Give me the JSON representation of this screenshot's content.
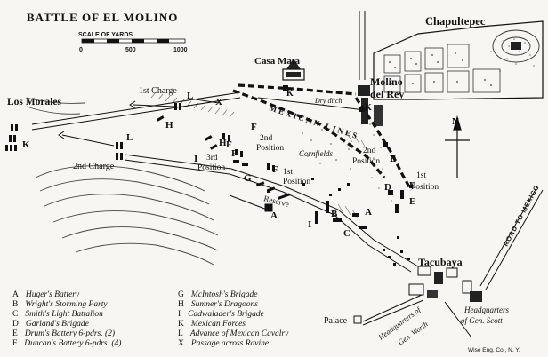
{
  "title": "BATTLE OF EL MOLINO",
  "scale": {
    "label": "SCALE OF YARDS",
    "ticks": [
      "0",
      "500",
      "1000"
    ]
  },
  "places": {
    "chapultepec": "Chapultepec",
    "casa_mata": "Casa Mata",
    "molino_del_rey": [
      "Molino",
      "del Rey"
    ],
    "los_morales": "Los Morales",
    "tacubaya": "Tacubaya",
    "palace": "Palace",
    "cornfields": "Cornfields",
    "mexican_lines": "MEXICAN LINES",
    "road_to_mexico": "ROAD TO MEXICO",
    "dry_ditch": "Dry ditch",
    "north": "N"
  },
  "annotations": {
    "first_charge": "1st Charge",
    "second_charge": "2nd Charge",
    "second_position_f": [
      "2nd",
      "Position"
    ],
    "third_position": [
      "3rd",
      "Position"
    ],
    "first_position_f": [
      "1st",
      "Position"
    ],
    "second_position_e": [
      "2nd",
      "Position"
    ],
    "first_position_e": [
      "1st",
      "Position"
    ],
    "reserve": "Reserve",
    "hq_worth": [
      "Headquarters of",
      "Gen. Worth"
    ],
    "hq_scott": [
      "Headquarters",
      "of Gen. Scott"
    ]
  },
  "unit_letters": {
    "A": "A",
    "B": "B",
    "C": "C",
    "D": "D",
    "E": "E",
    "F": "F",
    "G": "G",
    "H": "H",
    "I": "I",
    "K": "K",
    "L": "L",
    "X": "X"
  },
  "legend": {
    "left": [
      {
        "key": "A",
        "text": "Huger's Battery"
      },
      {
        "key": "B",
        "text": "Wright's Storming Party"
      },
      {
        "key": "C",
        "text": "Smith's Light Battalion"
      },
      {
        "key": "D",
        "text": "Garland's Brigade"
      },
      {
        "key": "E",
        "text": "Drum's Battery 6-pdrs. (2)"
      },
      {
        "key": "F",
        "text": "Duncan's Battery 6-pdrs. (4)"
      }
    ],
    "right": [
      {
        "key": "G",
        "text": "McIntosh's Brigade"
      },
      {
        "key": "H",
        "text": "Sumner's Dragoons"
      },
      {
        "key": "I",
        "text": "Cadwalader's Brigade"
      },
      {
        "key": "K",
        "text": "Mexican Forces"
      },
      {
        "key": "L",
        "text": "Advance of Mexican Cavalry"
      },
      {
        "key": "X",
        "text": "Passage across Ravine"
      }
    ]
  },
  "credit": "Wise Eng. Co., N. Y."
}
